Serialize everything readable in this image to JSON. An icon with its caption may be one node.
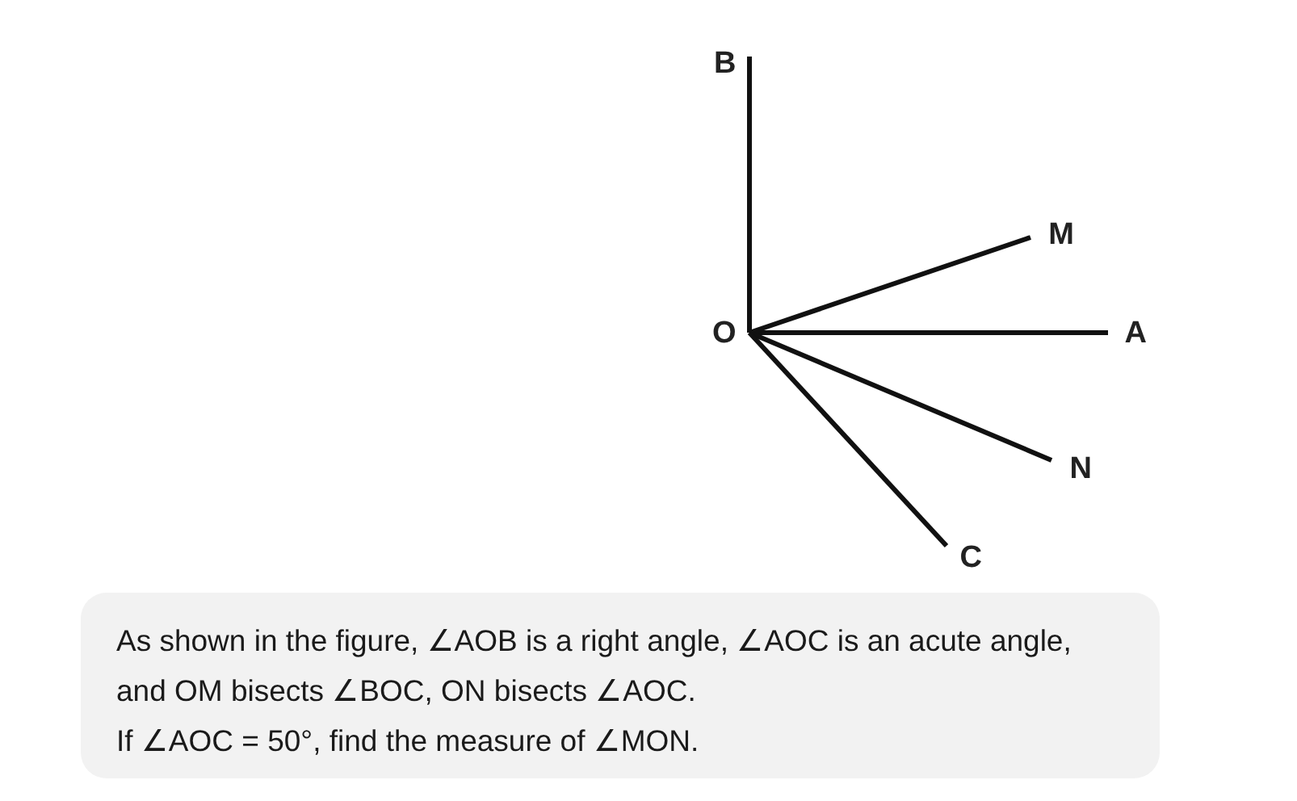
{
  "diagram": {
    "nodes": [
      {
        "text": [
          "O"
        ]
      },
      {
        "text": [
          "B"
        ]
      },
      {
        "text": [
          "M"
        ]
      },
      {
        "text": [
          "A"
        ]
      },
      {
        "text": [
          "N"
        ]
      },
      {
        "text": [
          "C"
        ]
      },
      {
        "text": [
          "As shown in the figure, ∠AOB is a right angle, ∠AOC is an acute angle, and OM bisects ∠BOC, ON bisects ∠AOC.",
          "If ∠AOC = 50°, find the measure of ∠MON."
        ]
      }
    ],
    "edges": [
      {
        "from": 0,
        "to": 1,
        "arrow": "none"
      },
      {
        "from": 0,
        "to": 2,
        "arrow": "none"
      },
      {
        "from": 0,
        "to": 3,
        "arrow": "none"
      },
      {
        "from": 0,
        "to": 4,
        "arrow": "none"
      },
      {
        "from": 0,
        "to": 5,
        "arrow": "none"
      }
    ]
  }
}
